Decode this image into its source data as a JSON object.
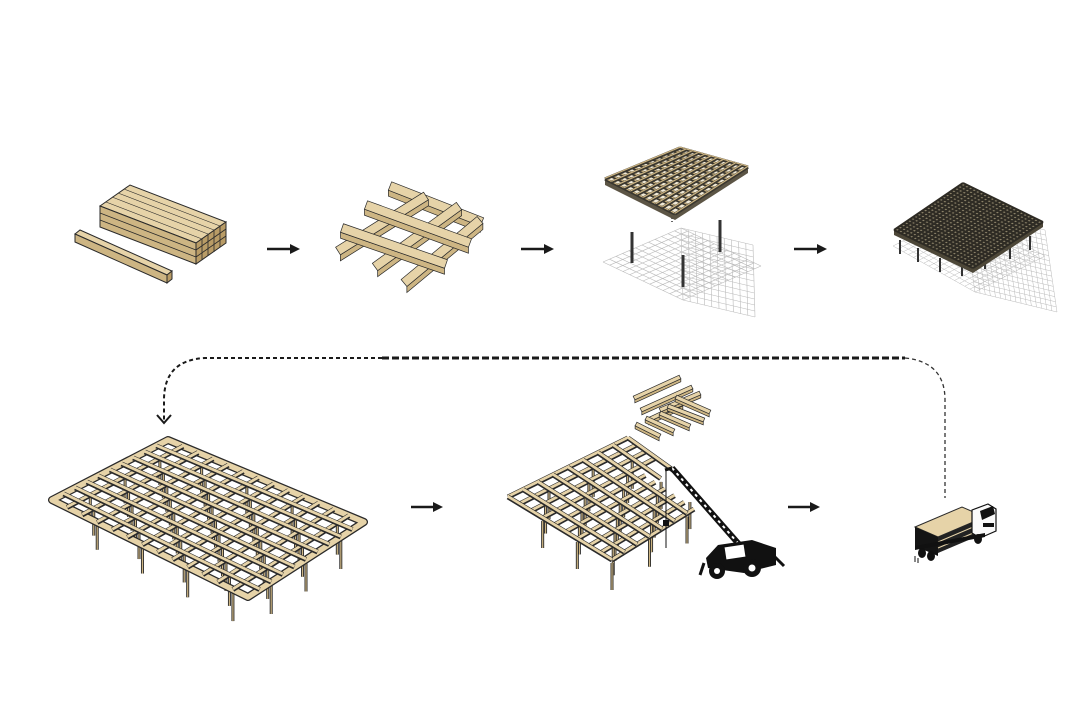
{
  "diagram": {
    "background": "#ffffff",
    "colors": {
      "timber_light": "#e6d3a8",
      "timber_mid": "#cdb583",
      "timber_dark": "#b99c66",
      "outline": "#2a2a2a",
      "grid_dark": "#3a372f",
      "ghost_grid": "#bbbbbb",
      "machinery": "#111111",
      "arrow": "#1a1a1a"
    },
    "steps": [
      {
        "id": "timber-stock",
        "icon": "lumber-stack-icon"
      },
      {
        "id": "beam-joint",
        "icon": "crossed-beams-icon"
      },
      {
        "id": "grid-module",
        "icon": "grid-module-icon"
      },
      {
        "id": "module-array",
        "icon": "module-array-icon"
      },
      {
        "id": "transport",
        "icon": "truck-icon"
      },
      {
        "id": "crane-assembly",
        "icon": "crane-icon"
      },
      {
        "id": "finished-canopy",
        "icon": "canopy-structure-icon"
      }
    ],
    "connectors": [
      {
        "from": "timber-stock",
        "to": "beam-joint",
        "style": "solid"
      },
      {
        "from": "beam-joint",
        "to": "grid-module",
        "style": "solid"
      },
      {
        "from": "grid-module",
        "to": "module-array",
        "style": "solid"
      },
      {
        "from": "module-array",
        "to": "finished-canopy",
        "style": "dashed"
      },
      {
        "from": "finished-canopy",
        "to": "crane-assembly",
        "style": "solid"
      },
      {
        "from": "crane-assembly",
        "to": "transport",
        "style": "solid"
      }
    ]
  }
}
